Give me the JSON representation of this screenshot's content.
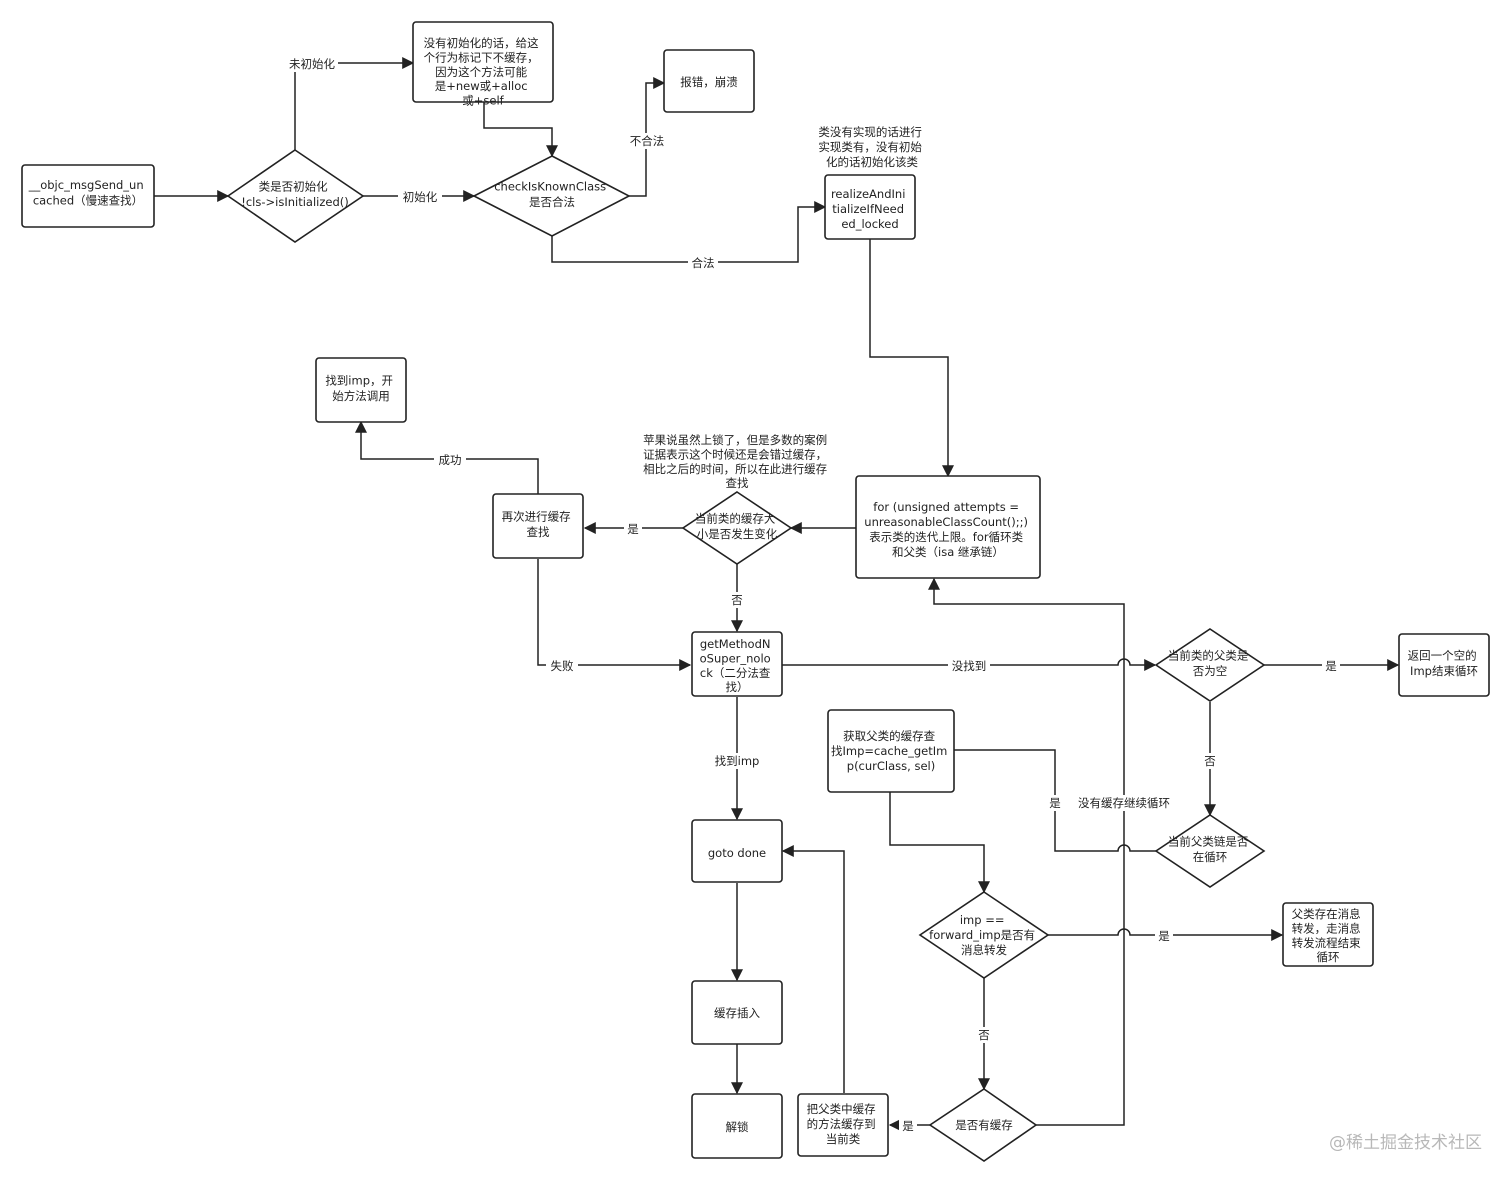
{
  "nodes": [
    {
      "id": "slow",
      "shape": "rect",
      "lines": [
        "__objc_msgSend_un",
        "cached（慢速查找）"
      ]
    },
    {
      "id": "isInit",
      "shape": "diamond",
      "lines": [
        "类是否初始化",
        "!cls->isInitialized()"
      ]
    },
    {
      "id": "noInit",
      "shape": "rect",
      "lines": [
        "没有初始化的话，给这",
        "个行为标记下不缓存，",
        "因为这个方法可能",
        "是+new或+alloc",
        "或+self"
      ]
    },
    {
      "id": "crash",
      "shape": "rect",
      "lines": [
        "报错，崩溃"
      ]
    },
    {
      "id": "checkKnown",
      "shape": "diamond",
      "lines": [
        "checkIsKnownClass",
        "是否合法"
      ]
    },
    {
      "id": "realize",
      "shape": "rect",
      "lines": [
        "realizeAndIni",
        "tializeIfNeed",
        "ed_locked"
      ]
    },
    {
      "id": "forLoop",
      "shape": "rect",
      "lines": [
        "for (unsigned attempts =",
        "unreasonableClassCount();;)",
        "表示类的迭代上限。for循环类",
        "和父类（isa 继承链）"
      ]
    },
    {
      "id": "foundImp",
      "shape": "rect",
      "lines": [
        "找到imp，开",
        "始方法调用"
      ]
    },
    {
      "id": "retry",
      "shape": "rect",
      "lines": [
        "再次进行缓存",
        "查找"
      ]
    },
    {
      "id": "cacheChanged",
      "shape": "diamond",
      "lines": [
        "当前类的缓存大",
        "小是否发生变化"
      ]
    },
    {
      "id": "getMethod",
      "shape": "rect",
      "lines": [
        "getMethodN",
        "oSuper_nolo",
        "ck（二分法查",
        "找）"
      ]
    },
    {
      "id": "superNull",
      "shape": "diamond",
      "lines": [
        "当前类的父类是",
        "否为空"
      ]
    },
    {
      "id": "returnNull",
      "shape": "rect",
      "lines": [
        "返回一个空的",
        "Imp结束循环"
      ]
    },
    {
      "id": "superCache",
      "shape": "rect",
      "lines": [
        "获取父类的缓存查",
        "找Imp=cache_getIm",
        "p(curClass, sel)"
      ]
    },
    {
      "id": "superLoop",
      "shape": "diamond",
      "lines": [
        "当前父类链是否",
        "在循环"
      ]
    },
    {
      "id": "gotoDone",
      "shape": "rect",
      "lines": [
        "goto done"
      ]
    },
    {
      "id": "forward",
      "shape": "diamond",
      "lines": [
        "imp ==",
        "forward_imp是否有",
        "消息转发"
      ]
    },
    {
      "id": "forwardEnd",
      "shape": "rect",
      "lines": [
        "父类存在消息",
        "转发，走消息",
        "转发流程结束",
        "循环"
      ]
    },
    {
      "id": "cacheInsert",
      "shape": "rect",
      "lines": [
        "缓存插入"
      ]
    },
    {
      "id": "unlock",
      "shape": "rect",
      "lines": [
        "解锁"
      ]
    },
    {
      "id": "copyCache",
      "shape": "rect",
      "lines": [
        "把父类中缓存",
        "的方法缓存到",
        "当前类"
      ]
    },
    {
      "id": "hasCache",
      "shape": "diamond",
      "lines": [
        "是否有缓存"
      ]
    }
  ],
  "annotations": [
    {
      "id": "realizeNote",
      "lines": [
        "类没有实现的话进行",
        "实现类有，没有初始",
        "化的话初始化该类"
      ]
    },
    {
      "id": "appleNote",
      "lines": [
        "苹果说虽然上锁了，但是多数的案例",
        "证据表示这个时候还是会错过缓存，",
        "相比之后的时间，所以在此进行缓存",
        "查找"
      ]
    }
  ],
  "edge_labels": {
    "notInitialized": "未初始化",
    "initialized": "初始化",
    "illegal": "不合法",
    "legal": "合法",
    "success": "成功",
    "yes": "是",
    "no": "否",
    "fail": "失败",
    "notFound": "没找到",
    "foundImp": "找到imp",
    "noCacheContinue": "没有缓存继续循环"
  },
  "watermark": "@稀土掘金技术社区"
}
